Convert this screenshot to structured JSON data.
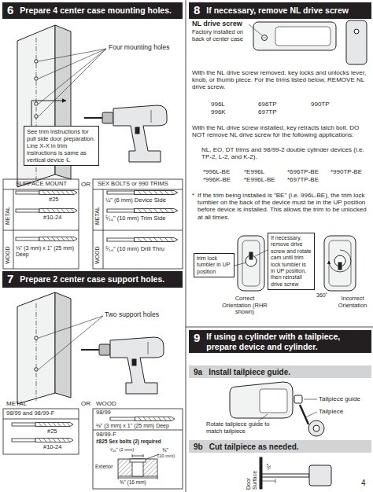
{
  "diagram": {
    "nodes": [
      {
        "text": [
          "6",
          "Prepare 4 center case mounting holes."
        ]
      },
      {
        "text": [
          "See trim instructions for pull side door preparation. Line X-X in trim instructions is same as vertical device ℄."
        ]
      },
      {
        "text": [
          "7",
          "Prepare 2 center case support holes."
        ]
      },
      {
        "text": [
          "8",
          "If necessary, remove NL drive screw"
        ]
      },
      {
        "text": [
          "trim lock tumbler in UP position"
        ]
      },
      {
        "text": [
          "If necessary, remove drive screw and rotate cam until trim lock tumbler is in UP position, then reinstall drive screw"
        ]
      },
      {
        "text": [
          "9",
          "If using a cylinder with a tailpiece, prepare device and cylinder."
        ]
      },
      {
        "text": [
          "9a",
          "Install tailpiece guide."
        ]
      },
      {
        "text": [
          "9b",
          "Cut tailpiece as needed."
        ]
      }
    ],
    "labels": [
      "Four mounting holes",
      "SURFACE MOUNT",
      "OR",
      "SEX BOLTS or 990 TRIMS",
      "METAL",
      "#25",
      "#10-24",
      "WOOD",
      "⅛\" (3 mm) x 1\" (25 mm) Deep",
      "METAL",
      "¼\" (6 mm) Device Side",
      "⁵⁄₁₆\" (10 mm) Trim Side",
      "WOOD",
      "⁵⁄₁₆\" (10 mm) Drill Thru",
      "Two support holes",
      "METAL",
      "OR",
      "WOOD",
      "98/99 and 98/99-F",
      "#25",
      "#10-24",
      "98/99",
      "⅛\" (3 mm) x 1\" (25 mm) Deep",
      "98/99-F",
      "#825 Sex bolts (2) required",
      "⅜\"",
      "(10 mm)",
      "¹⁄₁₆\" (2 mm)",
      "Exterior",
      "⅝\" (16 mm)",
      "NL drive screw",
      "Factory installed on back of center case",
      "With the NL drive screw removed, key locks and unlocks lever, knob, or thumb piece. For the trims listed below, REMOVE NL drive screw.",
      "996L",
      "996K",
      "696TP",
      "697TP",
      "990TP",
      "With the NL drive screw installed, key retracts latch bolt. DO NOT remove NL drive screw for the following applications:",
      "NL, EO, DT trims and 98/99-2 double cylinder devices (i.e. TP-2, L-2, and K-2).",
      "*996L-BE",
      "*996K-BE",
      "*E996L",
      "*E996L-BE",
      "*696TP-BE",
      "*697TP-BE",
      "*990TP-BE",
      "*",
      "If the trim being installed is \"BE\" (i.e. 996L-BE), the trim lock tumbler on the back of the device must be in the UP position before device is installed. This allows the trim to be unlocked at all times.",
      "Correct Orientation (RHR shown)",
      "360˚",
      "Incorrect Orientation",
      "Tailpiece guide",
      "Tailpiece",
      "Rotate tailpiece guide to match tailpiece",
      "½\"",
      "Door Surface",
      "4"
    ]
  }
}
